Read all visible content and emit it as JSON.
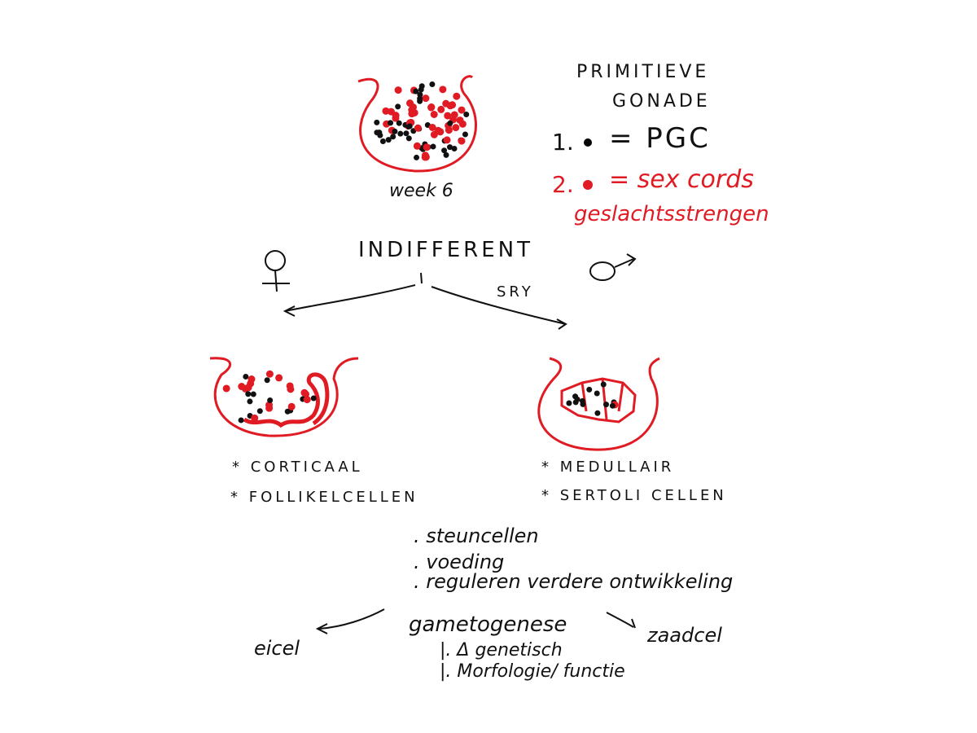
{
  "title": {
    "line1": "PRIMITIEVE",
    "line2": "GONADE"
  },
  "legend": [
    {
      "num": "1.",
      "label": "= PGC",
      "dot_color": "#000000"
    },
    {
      "num": "2.",
      "label": "= sex cords",
      "sublabel": "geslachtsstrengen",
      "dot_color": "#e01b24"
    }
  ],
  "week_label": "week 6",
  "indifferent": "INDIFFERENT",
  "sry": "SRY",
  "female_side": {
    "items": [
      "* CORTICAAL",
      "* FOLLIKELCELLEN"
    ]
  },
  "male_side": {
    "items": [
      "* MEDULLAIR",
      "* SERTOLI CELLEN"
    ]
  },
  "functions": [
    ". steuncellen",
    ". voeding",
    ". reguleren verdere ontwikkeling"
  ],
  "gametogenesis": {
    "label": "gametogenese",
    "points": [
      "|. Δ genetisch",
      "|. Morfologie/ functie"
    ]
  },
  "eicel": "eicel",
  "zaadcel": "zaadcel",
  "colors": {
    "ink": "#111111",
    "red": "#e01b24"
  }
}
